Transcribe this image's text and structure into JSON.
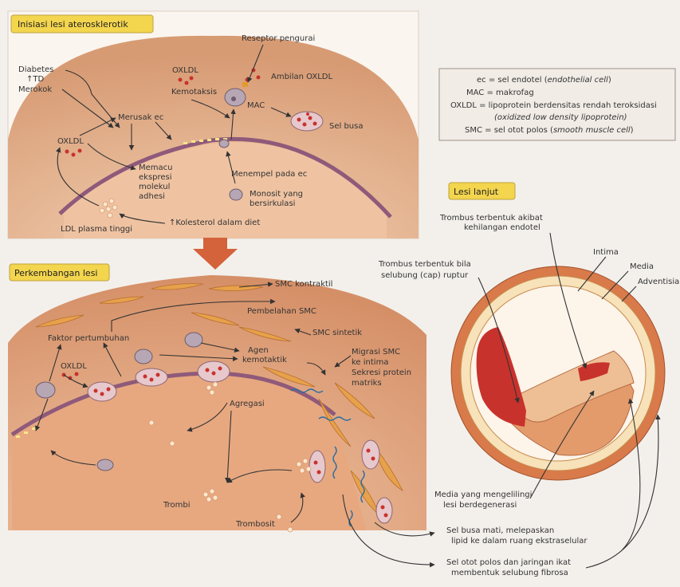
{
  "panels": {
    "initiation_title": "Inisiasi lesi aterosklerotik",
    "progression_title": "Perkembangan lesi",
    "advanced_title": "Lesi lanjut"
  },
  "initiation": {
    "diabetes": "Diabetes",
    "td": "↑TD",
    "smoking": "Merokok",
    "oxldl_top": "OXLDL",
    "chemotaxis": "Kemotaksis",
    "scavenger_receptor": "Reseptor pengurai",
    "oxldl_uptake": "Ambilan OXLDL",
    "mac": "MAC",
    "foam_cell": "Sel busa",
    "damage_ec": "Merusak ec",
    "oxldl_left": "OXLDL",
    "trigger_1": "Memacu",
    "trigger_2": "ekspresi",
    "trigger_3": "molekul",
    "trigger_4": "adhesi",
    "attach_ec": "Menempel pada ec",
    "monocyte_1": "Monosit yang",
    "monocyte_2": "bersirkulasi",
    "ldl_high": "LDL plasma tinggi",
    "diet_chol": "↑Kolesterol dalam diet"
  },
  "legend": {
    "l1a": "ec = sel endotel (",
    "l1b": "endothelial cell",
    "l1c": ")",
    "l2": "MAC = makrofag",
    "l3": "OXLDL = lipoprotein berdensitas rendah teroksidasi",
    "l4": "(oxidized low density lipoprotein)",
    "l5a": "SMC = sel otot polos (",
    "l5b": "smooth muscle cell",
    "l5c": ")"
  },
  "progression": {
    "smc_contractile": "SMC kontraktil",
    "smc_division": "Pembelahan SMC",
    "smc_synthetic": "SMC sintetik",
    "growth_factor": "Faktor pertumbuhan",
    "oxldl": "OXLDL",
    "chemo_agent_1": "Agen",
    "chemo_agent_2": "kemotaktik",
    "migration_1": "Migrasi SMC",
    "migration_2": "ke intima",
    "migration_3": "Sekresi protein",
    "migration_4": "matriks",
    "aggregation": "Agregasi",
    "thrombi": "Trombi",
    "platelet": "Trombosit"
  },
  "advanced": {
    "thrombus_endothelial_1": "Trombus terbentuk akibat",
    "thrombus_endothelial_2": "kehilangan endotel",
    "thrombus_cap_1": "Trombus terbentuk bila",
    "thrombus_cap_2": "selubung (cap) ruptur",
    "intima": "Intima",
    "media": "Media",
    "adventitia": "Adventisia",
    "media_degen_1": "Media yang mengelilingi",
    "media_degen_2": "lesi berdegenerasi",
    "dead_foam_1": "Sel busa mati, melepaskan",
    "dead_foam_2": "lipid ke dalam ruang ekstraselular",
    "fibrous_1": "Sel otot polos dan jaringan ikat",
    "fibrous_2": "membentuk selubung fibrosa"
  },
  "colors": {
    "title_box": "#f3d54e",
    "wall_outer": "#d9a27a",
    "wall_inner": "#f6dcc6",
    "endothelium": "#8f5a7a",
    "lumen_red": "#c8322c",
    "adventitia": "#d87a4a"
  }
}
